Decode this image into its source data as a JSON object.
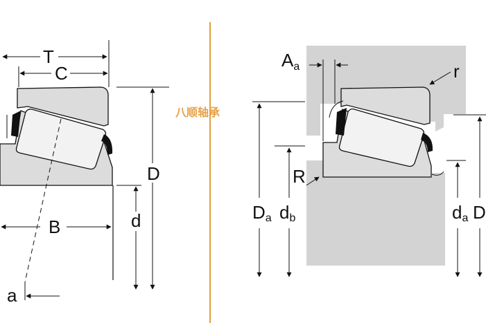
{
  "labels": {
    "T": "T",
    "C": "C",
    "B": "B",
    "D": "D",
    "d": "d",
    "a": "a",
    "Aa_main": "A",
    "Aa_sub": "a",
    "r": "r",
    "R": "R",
    "Da_main": "D",
    "Da_sub": "a",
    "db_main": "d",
    "db_sub": "b",
    "da_main": "d",
    "da_sub": "a",
    "Db_main": "D"
  },
  "watermark": "八顺轴承",
  "colors": {
    "part_fill": "#dcdcdc",
    "roller_fill": "#f2f2f2",
    "housing_fill": "#d3d3d3",
    "line": "#111111",
    "divider": "#e0a040",
    "watermark": "#e8a24a"
  }
}
